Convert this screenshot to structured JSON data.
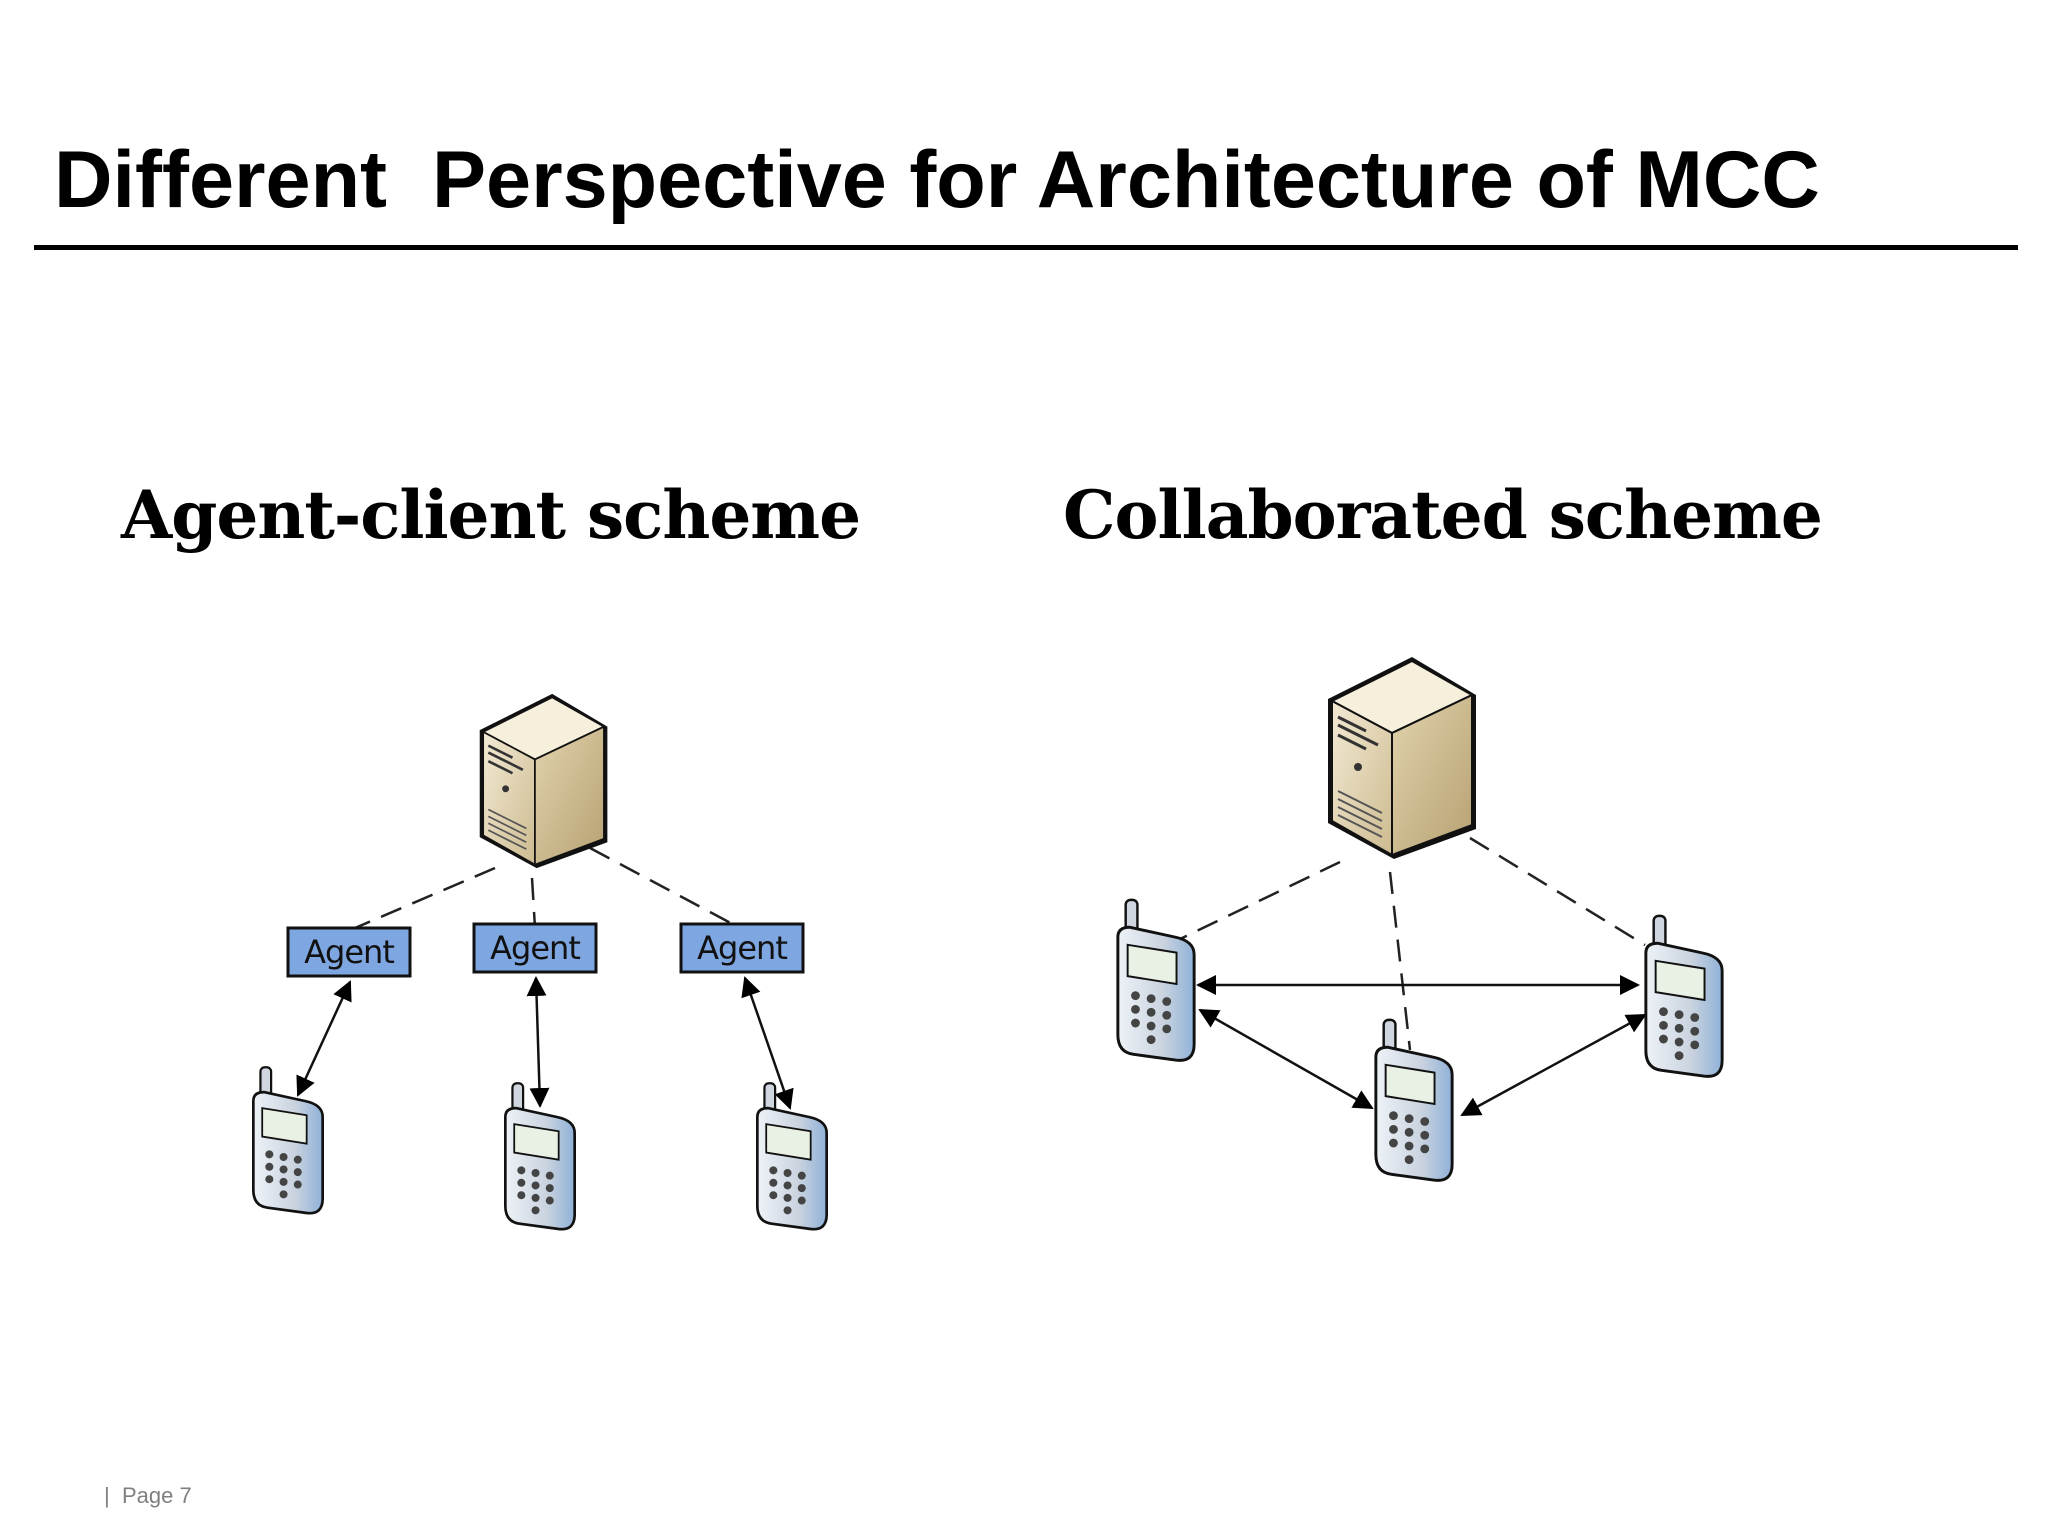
{
  "slide": {
    "title": "Different  Perspective for Architecture of MCC",
    "footer_separator": "|",
    "footer_page": "Page 7"
  },
  "schemes": {
    "left": {
      "heading": "Agent-client scheme",
      "agents": [
        "Agent",
        "Agent",
        "Agent"
      ]
    },
    "right": {
      "heading": "Collaborated scheme"
    }
  },
  "icons": {
    "server": "server-tower-icon",
    "phone": "mobile-phone-icon"
  },
  "colors": {
    "agent_box_fill": "#7ea6e0",
    "server_body": "#e8dcc0",
    "phone_body": "#b9cfe8",
    "line": "#000000"
  }
}
